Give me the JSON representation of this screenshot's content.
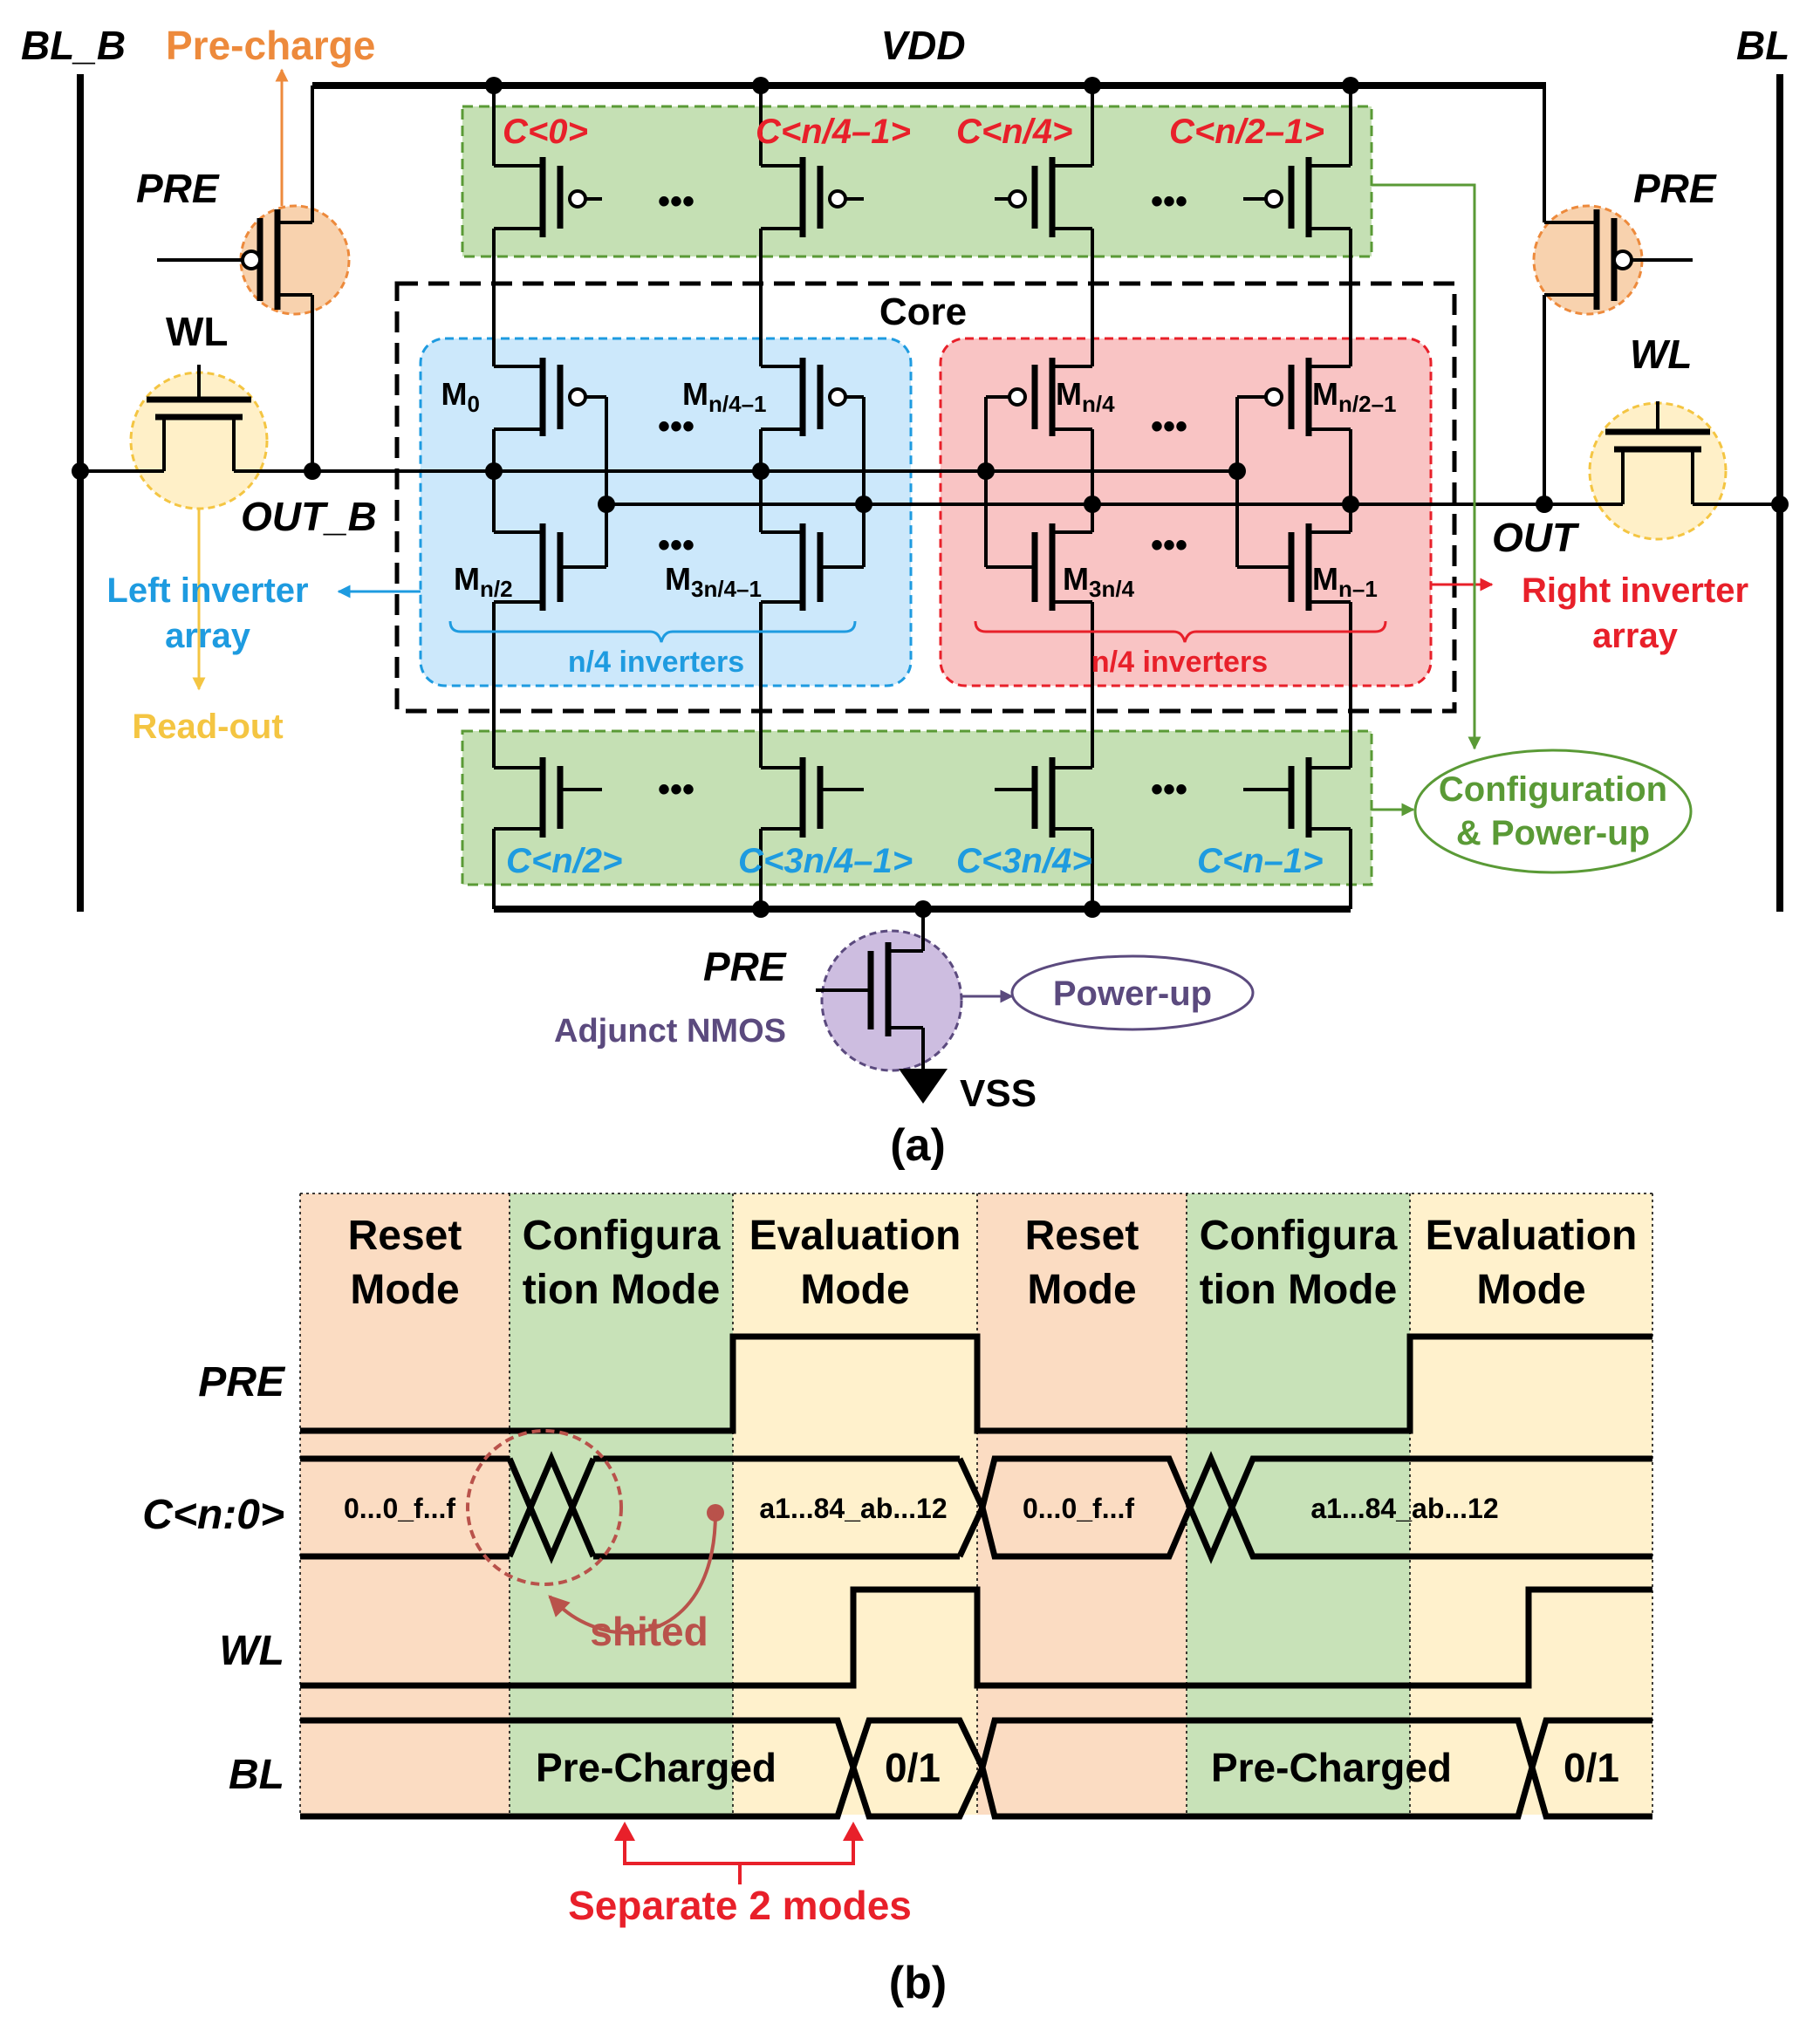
{
  "panel_a": {
    "rails": {
      "bl_b": "BL_B",
      "bl": "BL",
      "vdd": "VDD",
      "vss": "VSS"
    },
    "precharge_callout": "Pre-charge",
    "pre_left": "PRE",
    "pre_right": "PRE",
    "wl_left": "WL",
    "wl_right": "WL",
    "out_b": "OUT_B",
    "out": "OUT",
    "core_label": "Core",
    "ellipsis": "•••",
    "top_config_labels": [
      "C<0>",
      "C<n/4–1>",
      "C<n/4>",
      "C<n/2–1>"
    ],
    "bottom_config_labels": [
      "C<n/2>",
      "C<3n/4–1>",
      "C<3n/4>",
      "C<n–1>"
    ],
    "transistors": {
      "m0": {
        "main": "M",
        "sub": "0"
      },
      "mn41": {
        "main": "M",
        "sub": "n/4–1"
      },
      "mn4": {
        "main": "M",
        "sub": "n/4"
      },
      "mn21": {
        "main": "M",
        "sub": "n/2–1"
      },
      "mn2": {
        "main": "M",
        "sub": "n/2"
      },
      "m3n41": {
        "main": "M",
        "sub": "3n/4–1"
      },
      "m3n4": {
        "main": "M",
        "sub": "3n/4"
      },
      "mn1": {
        "main": "M",
        "sub": "n–1"
      }
    },
    "left_brace": "n/4 inverters",
    "right_brace": "n/4 inverters",
    "left_array": [
      "Left inverter",
      "array"
    ],
    "right_array": [
      "Right inverter",
      "array"
    ],
    "readout": "Read-out",
    "config_power": [
      "Configuration",
      "& Power-up"
    ],
    "pre_bottom": "PRE",
    "adjunct": "Adjunct NMOS",
    "power_up": "Power-up",
    "caption": "(a)"
  },
  "panel_b": {
    "modes": [
      [
        "Reset",
        "Mode"
      ],
      [
        "Configura",
        "tion Mode"
      ],
      [
        "Evaluation",
        "Mode"
      ],
      [
        "Reset",
        "Mode"
      ],
      [
        "Configura",
        "tion Mode"
      ],
      [
        "Evaluation",
        "Mode"
      ]
    ],
    "signals": [
      "PRE",
      "C<n:0>",
      "WL",
      "BL"
    ],
    "c_values": [
      "0...0_f...f",
      "a1...84_ab...12",
      "0...0_f...f",
      "a1...84_ab...12"
    ],
    "bl_values": [
      "Pre-Charged",
      "0/1",
      "Pre-Charged",
      "0/1"
    ],
    "shifted": "shited",
    "separate": "Separate 2 modes",
    "caption": "(b)"
  },
  "colors": {
    "orange_fill": "#f8d2ae",
    "orange": "#ed8a3c",
    "yellow_fill": "#fff0c8",
    "yellow": "#f4c542",
    "green_fill": "#c5e0b4",
    "green": "#5a9a36",
    "blue_fill": "#cce8fb",
    "blue": "#1e9be0",
    "red_fill": "#f9c4c4",
    "red": "#e8202a",
    "purple_fill": "#cdbde0",
    "purple": "#5b4a7e",
    "brown": "#b9524b",
    "reset_bg": "#fbdcc2",
    "config_bg": "#c8e2b8",
    "eval_bg": "#fff1cc"
  }
}
